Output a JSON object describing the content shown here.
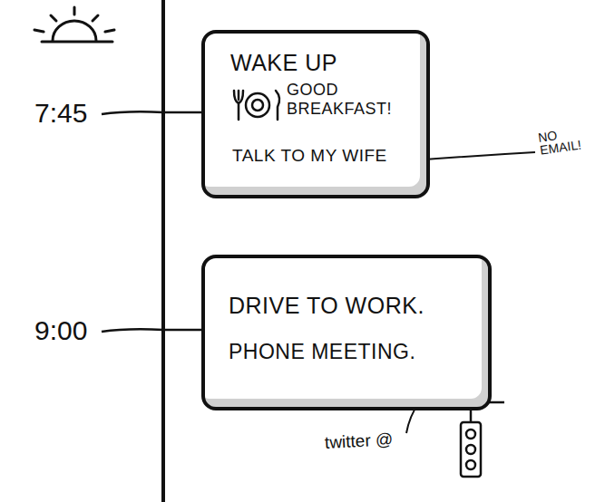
{
  "diagram": {
    "nodes": [
      {
        "text": [
          "WAKE UP",
          "GOOD BREAKFAST!",
          "TALK TO MY WIFE"
        ]
      },
      {
        "text": [
          "DRIVE TO WORK.",
          "PHONE MEETING."
        ]
      }
    ],
    "labels": [
      "7:45",
      "9:00",
      "NO EMAIL!",
      "twitter @"
    ]
  }
}
